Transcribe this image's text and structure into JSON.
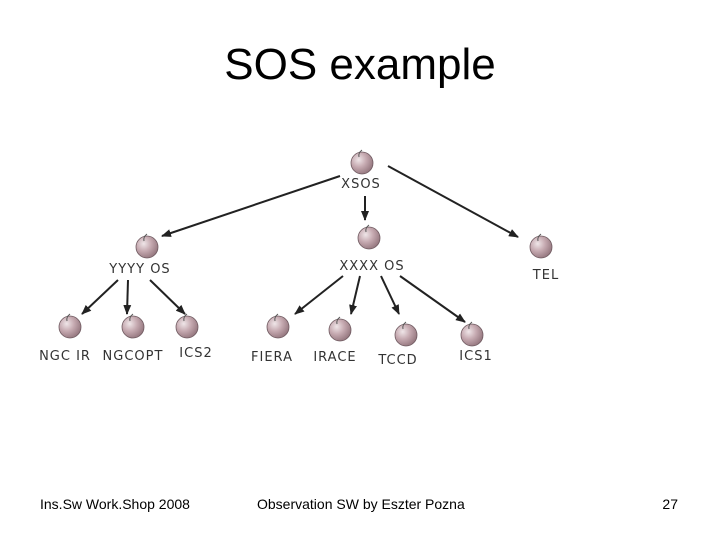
{
  "slide": {
    "title": "SOS example",
    "footer_left": "Ins.Sw Work.Shop 2008",
    "footer_center": "Observation SW by Eszter Pozna",
    "page_number": "27"
  },
  "nodes": [
    {
      "id": "xsos",
      "label": "XSOS"
    },
    {
      "id": "xxxx-os",
      "label": "XXXX OS"
    },
    {
      "id": "yyyy-os",
      "label": "YYYY OS"
    },
    {
      "id": "tel",
      "label": "TEL"
    },
    {
      "id": "ngcir",
      "label": "NGC IR"
    },
    {
      "id": "ngcopt",
      "label": "NGCOPT"
    },
    {
      "id": "ics2",
      "label": "ICS2"
    },
    {
      "id": "fiera",
      "label": "FIERA"
    },
    {
      "id": "irace",
      "label": "IRACE"
    },
    {
      "id": "tccd",
      "label": "TCCD"
    },
    {
      "id": "ics1",
      "label": "ICS1"
    }
  ],
  "edges": [
    {
      "from": "xsos",
      "to": "yyyy-os"
    },
    {
      "from": "xsos",
      "to": "xxxx-os"
    },
    {
      "from": "xsos",
      "to": "tel"
    },
    {
      "from": "yyyy-os",
      "to": "ngcir"
    },
    {
      "from": "yyyy-os",
      "to": "ngcopt"
    },
    {
      "from": "yyyy-os",
      "to": "ics2"
    },
    {
      "from": "xxxx-os",
      "to": "fiera"
    },
    {
      "from": "xxxx-os",
      "to": "irace"
    },
    {
      "from": "xxxx-os",
      "to": "tccd"
    },
    {
      "from": "xxxx-os",
      "to": "ics1"
    }
  ],
  "colors": {
    "node_fill": "#b89aa2",
    "node_highlight": "#e8dde0",
    "edge": "#222222"
  }
}
